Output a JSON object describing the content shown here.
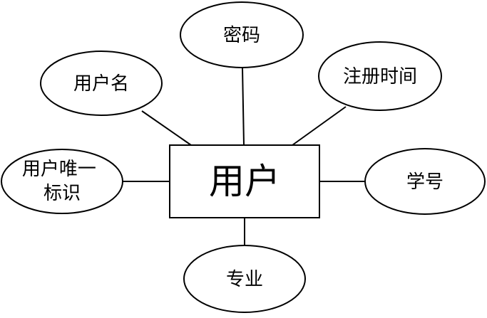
{
  "diagram": {
    "entity": {
      "label": "用户"
    },
    "attributes": [
      {
        "id": "password",
        "label": "密码"
      },
      {
        "id": "username",
        "label": "用户名"
      },
      {
        "id": "register-time",
        "label": "注册时间"
      },
      {
        "id": "unique-id",
        "label": "用户唯一标识",
        "label_lines": [
          "用户唯一",
          "标识"
        ]
      },
      {
        "id": "student-id",
        "label": "学号"
      },
      {
        "id": "major",
        "label": "专业"
      }
    ]
  },
  "colors": {
    "stroke": "#000000",
    "fill": "#ffffff",
    "text": "#000000"
  }
}
